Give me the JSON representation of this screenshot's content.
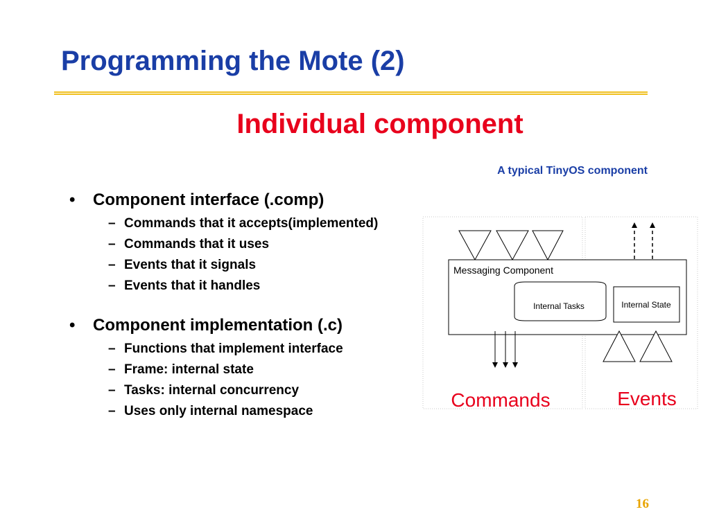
{
  "title": "Programming the Mote (2)",
  "subtitle": "Individual component",
  "figure_caption": "A typical TinyOS component",
  "outline": [
    {
      "text": "Component interface (.comp)",
      "items": [
        "Commands that it accepts(implemented)",
        "Commands that it uses",
        "Events that it signals",
        "Events that it handles"
      ]
    },
    {
      "text": "Component implementation (.c)",
      "items": [
        "Functions that implement interface",
        "Frame: internal state",
        "Tasks: internal concurrency",
        "Uses only internal namespace"
      ]
    }
  ],
  "diagram": {
    "component_label": "Messaging Component",
    "tasks_label": "Internal Tasks",
    "state_label": "Internal State",
    "commands_label": "Commands",
    "events_label": "Events",
    "label_color": "#e8001c"
  },
  "page_number": "16"
}
